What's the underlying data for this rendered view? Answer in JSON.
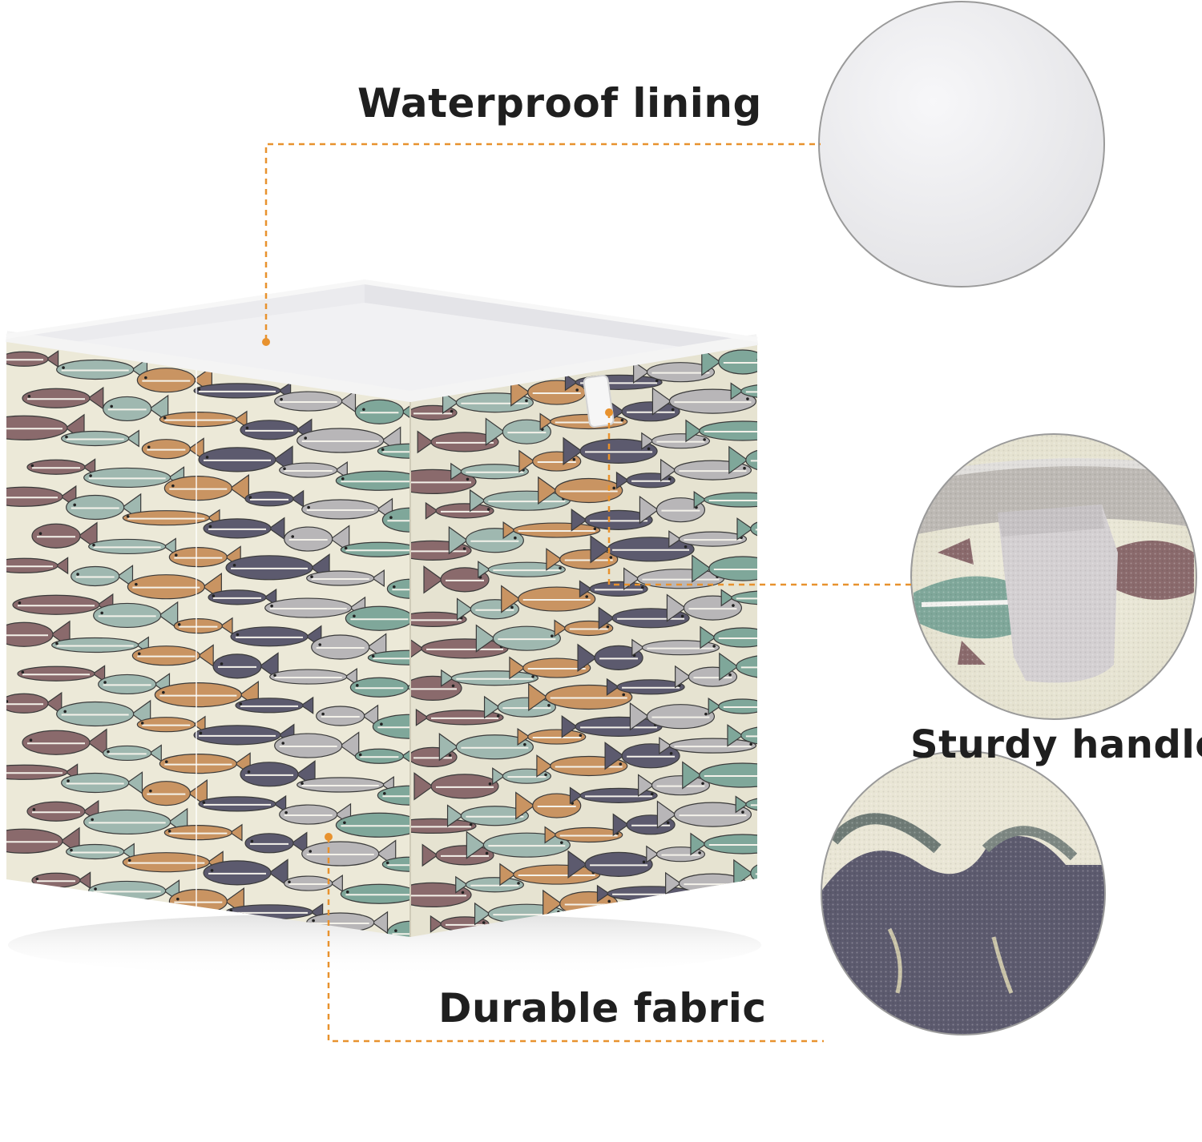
{
  "features": {
    "lining": {
      "label": "Waterproof lining"
    },
    "handle": {
      "label": "Sturdy handle"
    },
    "fabric": {
      "label": "Durable fabric"
    }
  },
  "colors": {
    "leader_line": "#e8922e",
    "label_text": "#1f1f1f",
    "fabric_background": "#ece9d8",
    "lining": "#eeeef0"
  },
  "fish_palette": [
    "#8a6a6c",
    "#9fb8b0",
    "#c99462",
    "#5c5a6e",
    "#b8b6b8",
    "#7fa79a"
  ]
}
